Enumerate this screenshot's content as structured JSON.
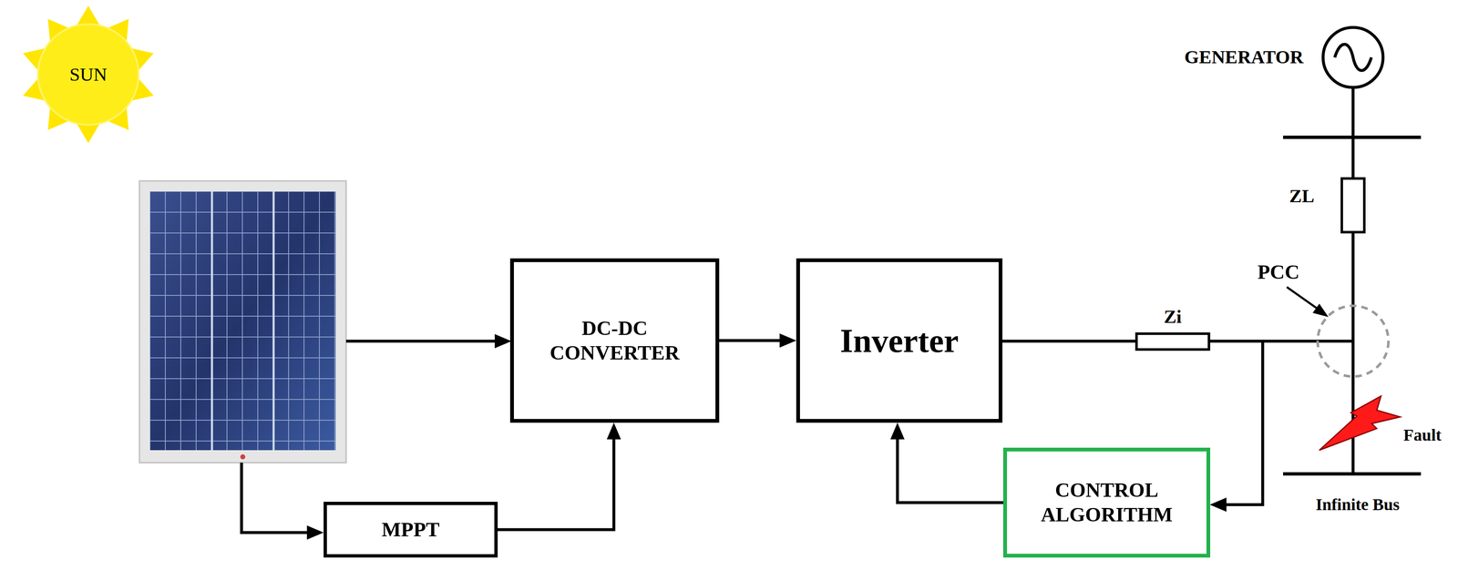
{
  "diagram": {
    "nodes": [
      {
        "text": [
          "SUN"
        ]
      },
      {
        "text": [
          "DC-DC CONVERTER"
        ]
      },
      {
        "text": [
          "Inverter"
        ]
      },
      {
        "text": [
          "MPPT"
        ]
      },
      {
        "text": [
          "CONTROL ALGORITHM"
        ]
      }
    ],
    "edges": [
      {
        "from": 1,
        "to": 2,
        "arrow": "to"
      },
      {
        "from": 3,
        "to": 1,
        "arrow": "to"
      },
      {
        "from": 4,
        "to": 2,
        "arrow": "to"
      }
    ],
    "labels": [
      "GENERATOR",
      "ZL",
      "PCC",
      "Zi",
      "Fault",
      "Infinite Bus"
    ]
  }
}
